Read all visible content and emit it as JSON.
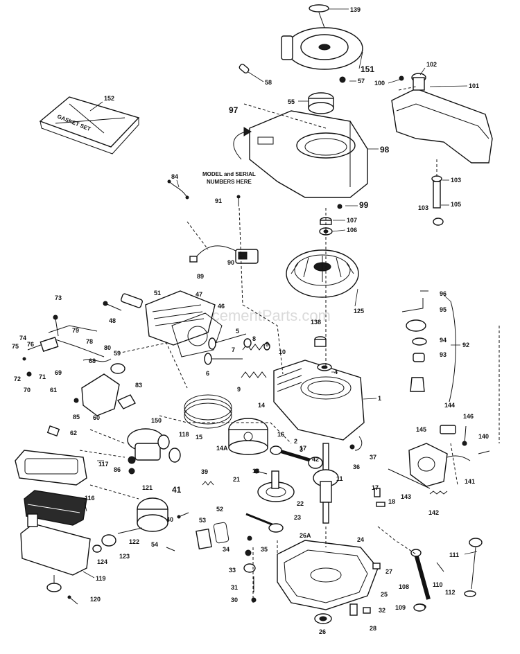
{
  "watermark": "eReplacementParts.com",
  "callout_note": {
    "line1": "MODEL and SERIAL",
    "line2": "NUMBERS HERE"
  },
  "gasket_set_text": "GASKET SET",
  "part_numbers": [
    "139",
    "151",
    "57",
    "58",
    "102",
    "101",
    "100",
    "152",
    "97",
    "55",
    "98",
    "84",
    "103",
    "105",
    "91",
    "99",
    "107",
    "106",
    "90",
    "89",
    "73",
    "51",
    "47",
    "48",
    "46",
    "125",
    "96",
    "95",
    "138",
    "74",
    "75",
    "76",
    "79",
    "78",
    "80",
    "68",
    "69",
    "71",
    "72",
    "70",
    "59",
    "5",
    "8",
    "7",
    "9",
    "10",
    "6",
    "4",
    "1",
    "92",
    "94",
    "93",
    "61",
    "83",
    "85",
    "60",
    "62",
    "150",
    "118",
    "117",
    "116",
    "121",
    "86",
    "41",
    "40",
    "39",
    "122",
    "123",
    "124",
    "119",
    "120",
    "54",
    "53",
    "52",
    "14",
    "15",
    "16",
    "14A",
    "2",
    "3",
    "42",
    "17",
    "21",
    "36",
    "37",
    "11",
    "12",
    "22",
    "23",
    "18",
    "34",
    "35",
    "33",
    "31",
    "30",
    "26A",
    "24",
    "27",
    "25",
    "32",
    "28",
    "26",
    "144",
    "146",
    "145",
    "140",
    "141",
    "143",
    "142",
    "111",
    "110",
    "108",
    "109",
    "112"
  ]
}
